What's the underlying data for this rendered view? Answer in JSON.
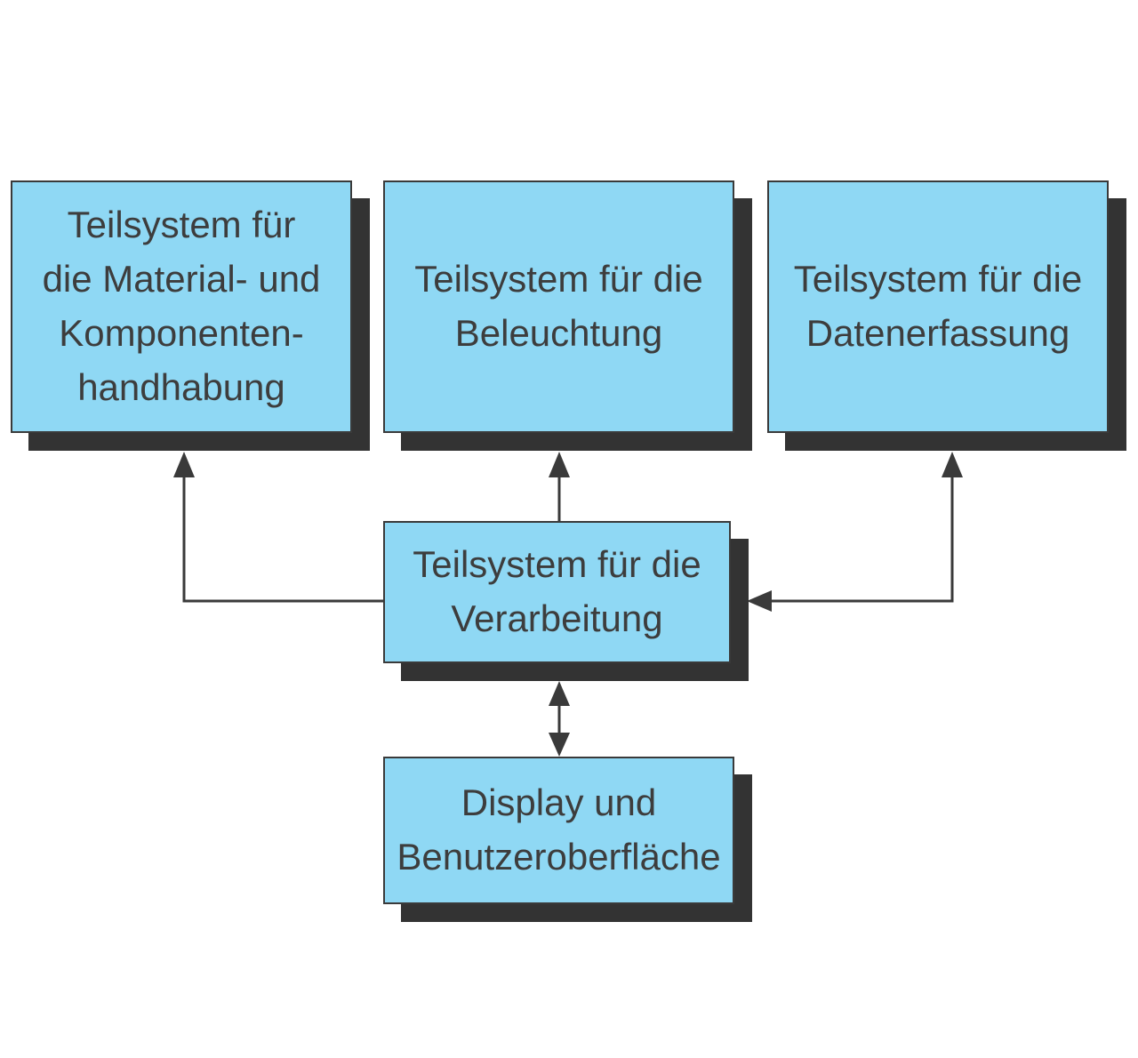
{
  "colors": {
    "box_fill": "#8fd8f4",
    "box_border": "#3a3a3a",
    "shadow": "#333333",
    "text": "#3d3d3d",
    "connector": "#3a3a3a"
  },
  "boxes": {
    "material": "Teilsystem für\ndie Material- und\nKomponenten-\nhandhabung",
    "lighting": "Teilsystem für die\nBeleuchtung",
    "data_capture": "Teilsystem für die\nDatenerfassung",
    "processing": "Teilsystem für die\nVerarbeitung",
    "display": "Display und\nBenutzeroberfläche"
  }
}
